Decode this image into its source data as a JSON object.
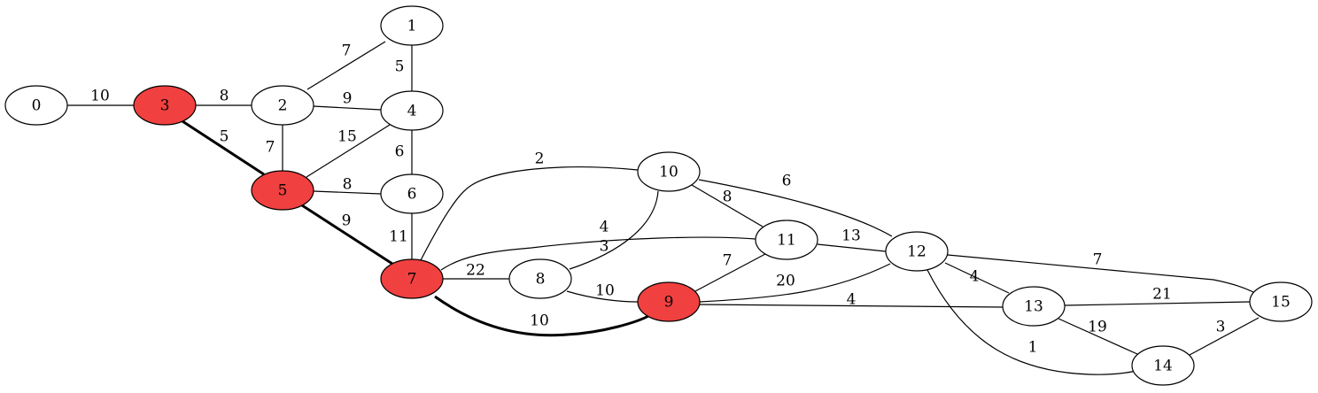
{
  "graph": {
    "colors": {
      "highlight": "#f04040",
      "highlight_edge": "#e81010",
      "default_fill": "#ffffff",
      "stroke": "#000000"
    },
    "nodes": [
      {
        "id": "0",
        "label": "0",
        "highlighted": false
      },
      {
        "id": "1",
        "label": "1",
        "highlighted": false
      },
      {
        "id": "2",
        "label": "2",
        "highlighted": false
      },
      {
        "id": "3",
        "label": "3",
        "highlighted": true
      },
      {
        "id": "4",
        "label": "4",
        "highlighted": false
      },
      {
        "id": "5",
        "label": "5",
        "highlighted": true
      },
      {
        "id": "6",
        "label": "6",
        "highlighted": false
      },
      {
        "id": "7",
        "label": "7",
        "highlighted": true
      },
      {
        "id": "8",
        "label": "8",
        "highlighted": false
      },
      {
        "id": "9",
        "label": "9",
        "highlighted": true
      },
      {
        "id": "10",
        "label": "10",
        "highlighted": false
      },
      {
        "id": "11",
        "label": "11",
        "highlighted": false
      },
      {
        "id": "12",
        "label": "12",
        "highlighted": false
      },
      {
        "id": "13",
        "label": "13",
        "highlighted": false
      },
      {
        "id": "14",
        "label": "14",
        "highlighted": false
      },
      {
        "id": "15",
        "label": "15",
        "highlighted": false
      }
    ],
    "edges": [
      {
        "from": "0",
        "to": "3",
        "weight": "10",
        "highlighted": false
      },
      {
        "from": "3",
        "to": "2",
        "weight": "8",
        "highlighted": false
      },
      {
        "from": "3",
        "to": "5",
        "weight": "5",
        "highlighted": true
      },
      {
        "from": "2",
        "to": "1",
        "weight": "7",
        "highlighted": false
      },
      {
        "from": "1",
        "to": "4",
        "weight": "5",
        "highlighted": false
      },
      {
        "from": "2",
        "to": "4",
        "weight": "9",
        "highlighted": false
      },
      {
        "from": "2",
        "to": "5",
        "weight": "7",
        "highlighted": false
      },
      {
        "from": "4",
        "to": "5",
        "weight": "15",
        "highlighted": false
      },
      {
        "from": "4",
        "to": "6",
        "weight": "6",
        "highlighted": false
      },
      {
        "from": "5",
        "to": "6",
        "weight": "8",
        "highlighted": false
      },
      {
        "from": "5",
        "to": "7",
        "weight": "9",
        "highlighted": true
      },
      {
        "from": "6",
        "to": "7",
        "weight": "11",
        "highlighted": false
      },
      {
        "from": "7",
        "to": "10",
        "weight": "2",
        "highlighted": false
      },
      {
        "from": "7",
        "to": "11",
        "weight": "4",
        "highlighted": false
      },
      {
        "from": "7",
        "to": "8",
        "weight": "22",
        "highlighted": false
      },
      {
        "from": "7",
        "to": "9",
        "weight": "10",
        "highlighted": true
      },
      {
        "from": "8",
        "to": "10",
        "weight": "3",
        "highlighted": false
      },
      {
        "from": "8",
        "to": "9",
        "weight": "10",
        "highlighted": false
      },
      {
        "from": "10",
        "to": "11",
        "weight": "8",
        "highlighted": false
      },
      {
        "from": "10",
        "to": "12",
        "weight": "6",
        "highlighted": false
      },
      {
        "from": "11",
        "to": "9",
        "weight": "7",
        "highlighted": false
      },
      {
        "from": "11",
        "to": "12",
        "weight": "13",
        "highlighted": false
      },
      {
        "from": "9",
        "to": "12",
        "weight": "20",
        "highlighted": false
      },
      {
        "from": "9",
        "to": "13",
        "weight": "4",
        "highlighted": false
      },
      {
        "from": "12",
        "to": "13",
        "weight": "4",
        "highlighted": false
      },
      {
        "from": "12",
        "to": "15",
        "weight": "7",
        "highlighted": false
      },
      {
        "from": "12",
        "to": "14",
        "weight": "1",
        "highlighted": false
      },
      {
        "from": "13",
        "to": "15",
        "weight": "21",
        "highlighted": false
      },
      {
        "from": "13",
        "to": "14",
        "weight": "19",
        "highlighted": false
      },
      {
        "from": "14",
        "to": "15",
        "weight": "3",
        "highlighted": false
      }
    ]
  }
}
